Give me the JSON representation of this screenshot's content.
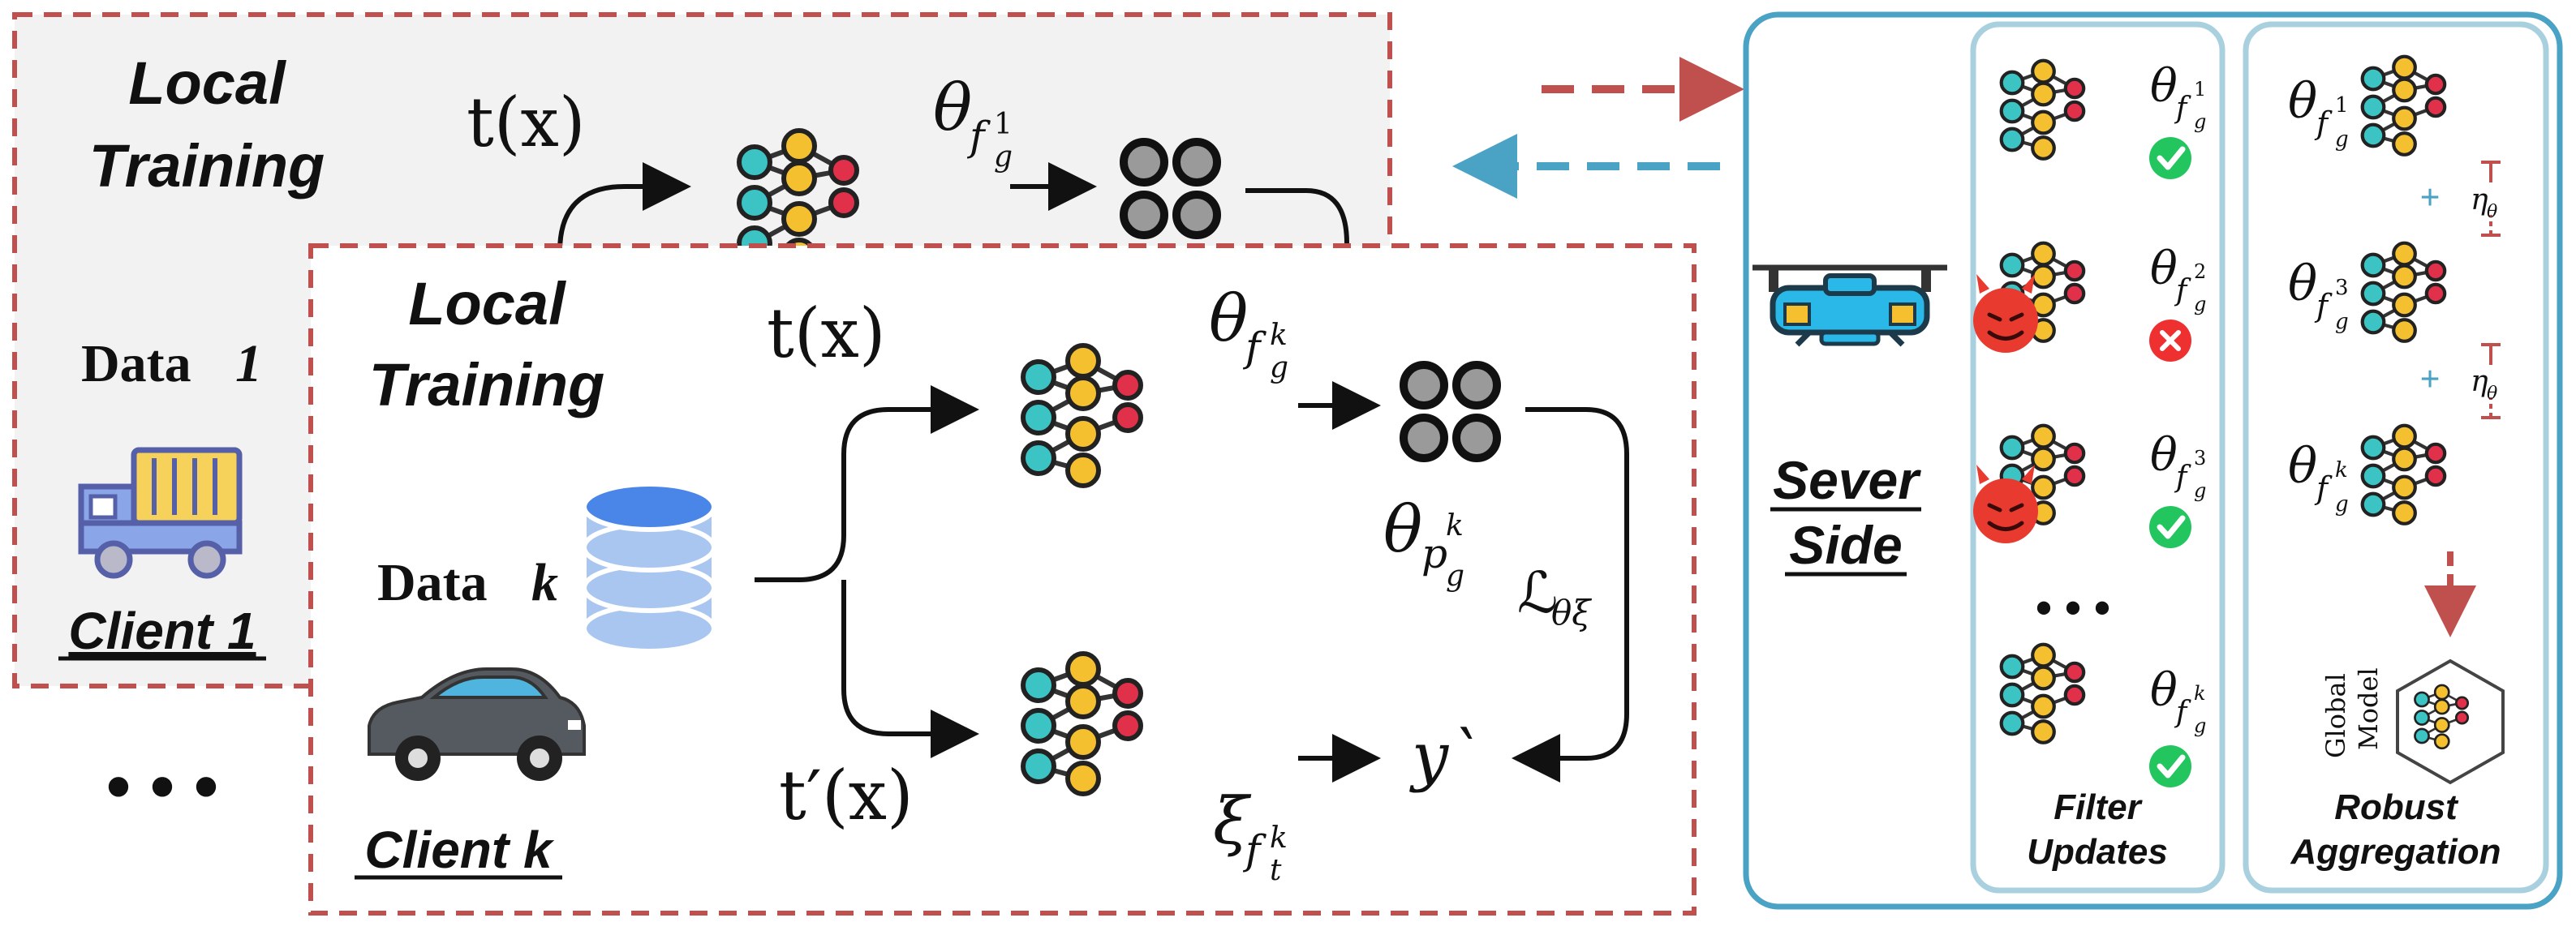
{
  "client1_panel": {
    "title_line1": "Local",
    "title_line2": "Training",
    "data_prefix": "Data ",
    "data_index": "1",
    "client_label": "Client 1",
    "transform": "t(x)",
    "theta_base": "θ",
    "theta_sub": "f",
    "theta_subsub": "g",
    "theta_sup": "1"
  },
  "clientk_panel": {
    "title_line1": "Local",
    "title_line2": "Training",
    "data_prefix": "Data ",
    "data_index": "k",
    "client_label": "Client k",
    "transform_top": "t(x)",
    "transform_bottom": "t′(x)",
    "theta_f_base": "θ",
    "theta_f_sub": "f",
    "theta_f_subsub": "g",
    "theta_f_sup": "k",
    "theta_p_base": "θ",
    "theta_p_sub": "p",
    "theta_p_subsub": "g",
    "theta_p_sup": "k",
    "loss_base": "ℒ",
    "loss_sub": "θξ",
    "xi_base": "ξ",
    "xi_sub": "f",
    "xi_subsub": "t",
    "xi_sup": "k",
    "output_label": "y`"
  },
  "ellipsis_left": "• • •",
  "server": {
    "title_line1": "Sever",
    "title_line2": "Side",
    "filter_items": [
      {
        "base": "θ",
        "sub": "f",
        "subsub": "g",
        "sup": "1",
        "status": "accepted",
        "malicious": false
      },
      {
        "base": "θ",
        "sub": "f",
        "subsub": "g",
        "sup": "2",
        "status": "rejected",
        "malicious": true
      },
      {
        "base": "θ",
        "sub": "f",
        "subsub": "g",
        "sup": "3",
        "status": "accepted",
        "malicious": true
      },
      {
        "base": "θ",
        "sub": "f",
        "subsub": "g",
        "sup": "k",
        "status": "accepted",
        "malicious": false
      }
    ],
    "filter_ellipsis": "• • •",
    "filter_caption_line1": "Filter",
    "filter_caption_line2": "Updates",
    "agg_items": [
      {
        "base": "θ",
        "sub": "f",
        "subsub": "g",
        "sup": "1"
      },
      {
        "base": "θ",
        "sub": "f",
        "subsub": "g",
        "sup": "3"
      },
      {
        "base": "θ",
        "sub": "f",
        "subsub": "g",
        "sup": "k"
      }
    ],
    "plus_sign": "+",
    "eta": "η",
    "eta_sub": "θ",
    "global_model_line1": "Global",
    "global_model_line2": "Model",
    "agg_caption_line1": "Robust",
    "agg_caption_line2": "Aggregation"
  },
  "colors": {
    "dashed_border": "#c0504d",
    "server_border": "#4aa3c4",
    "inner_border": "#a8d0de",
    "arrow_to_server": "#c0504d",
    "arrow_from_server": "#4aa3c4",
    "node_teal": "#3cc4c4",
    "node_yellow": "#f5c030",
    "node_red": "#e0304a",
    "node_gray": "#9a9a9a",
    "check_green": "#22c55e",
    "cross_red": "#ef3030",
    "devil_red": "#e83a2e",
    "panel_gray": "#f2f2f2"
  },
  "icons": {
    "database": "database-icon",
    "truck": "truck-icon",
    "car": "car-icon",
    "drone": "drone-icon",
    "devil": "devil-icon",
    "check": "check-icon",
    "cross": "cross-icon"
  }
}
